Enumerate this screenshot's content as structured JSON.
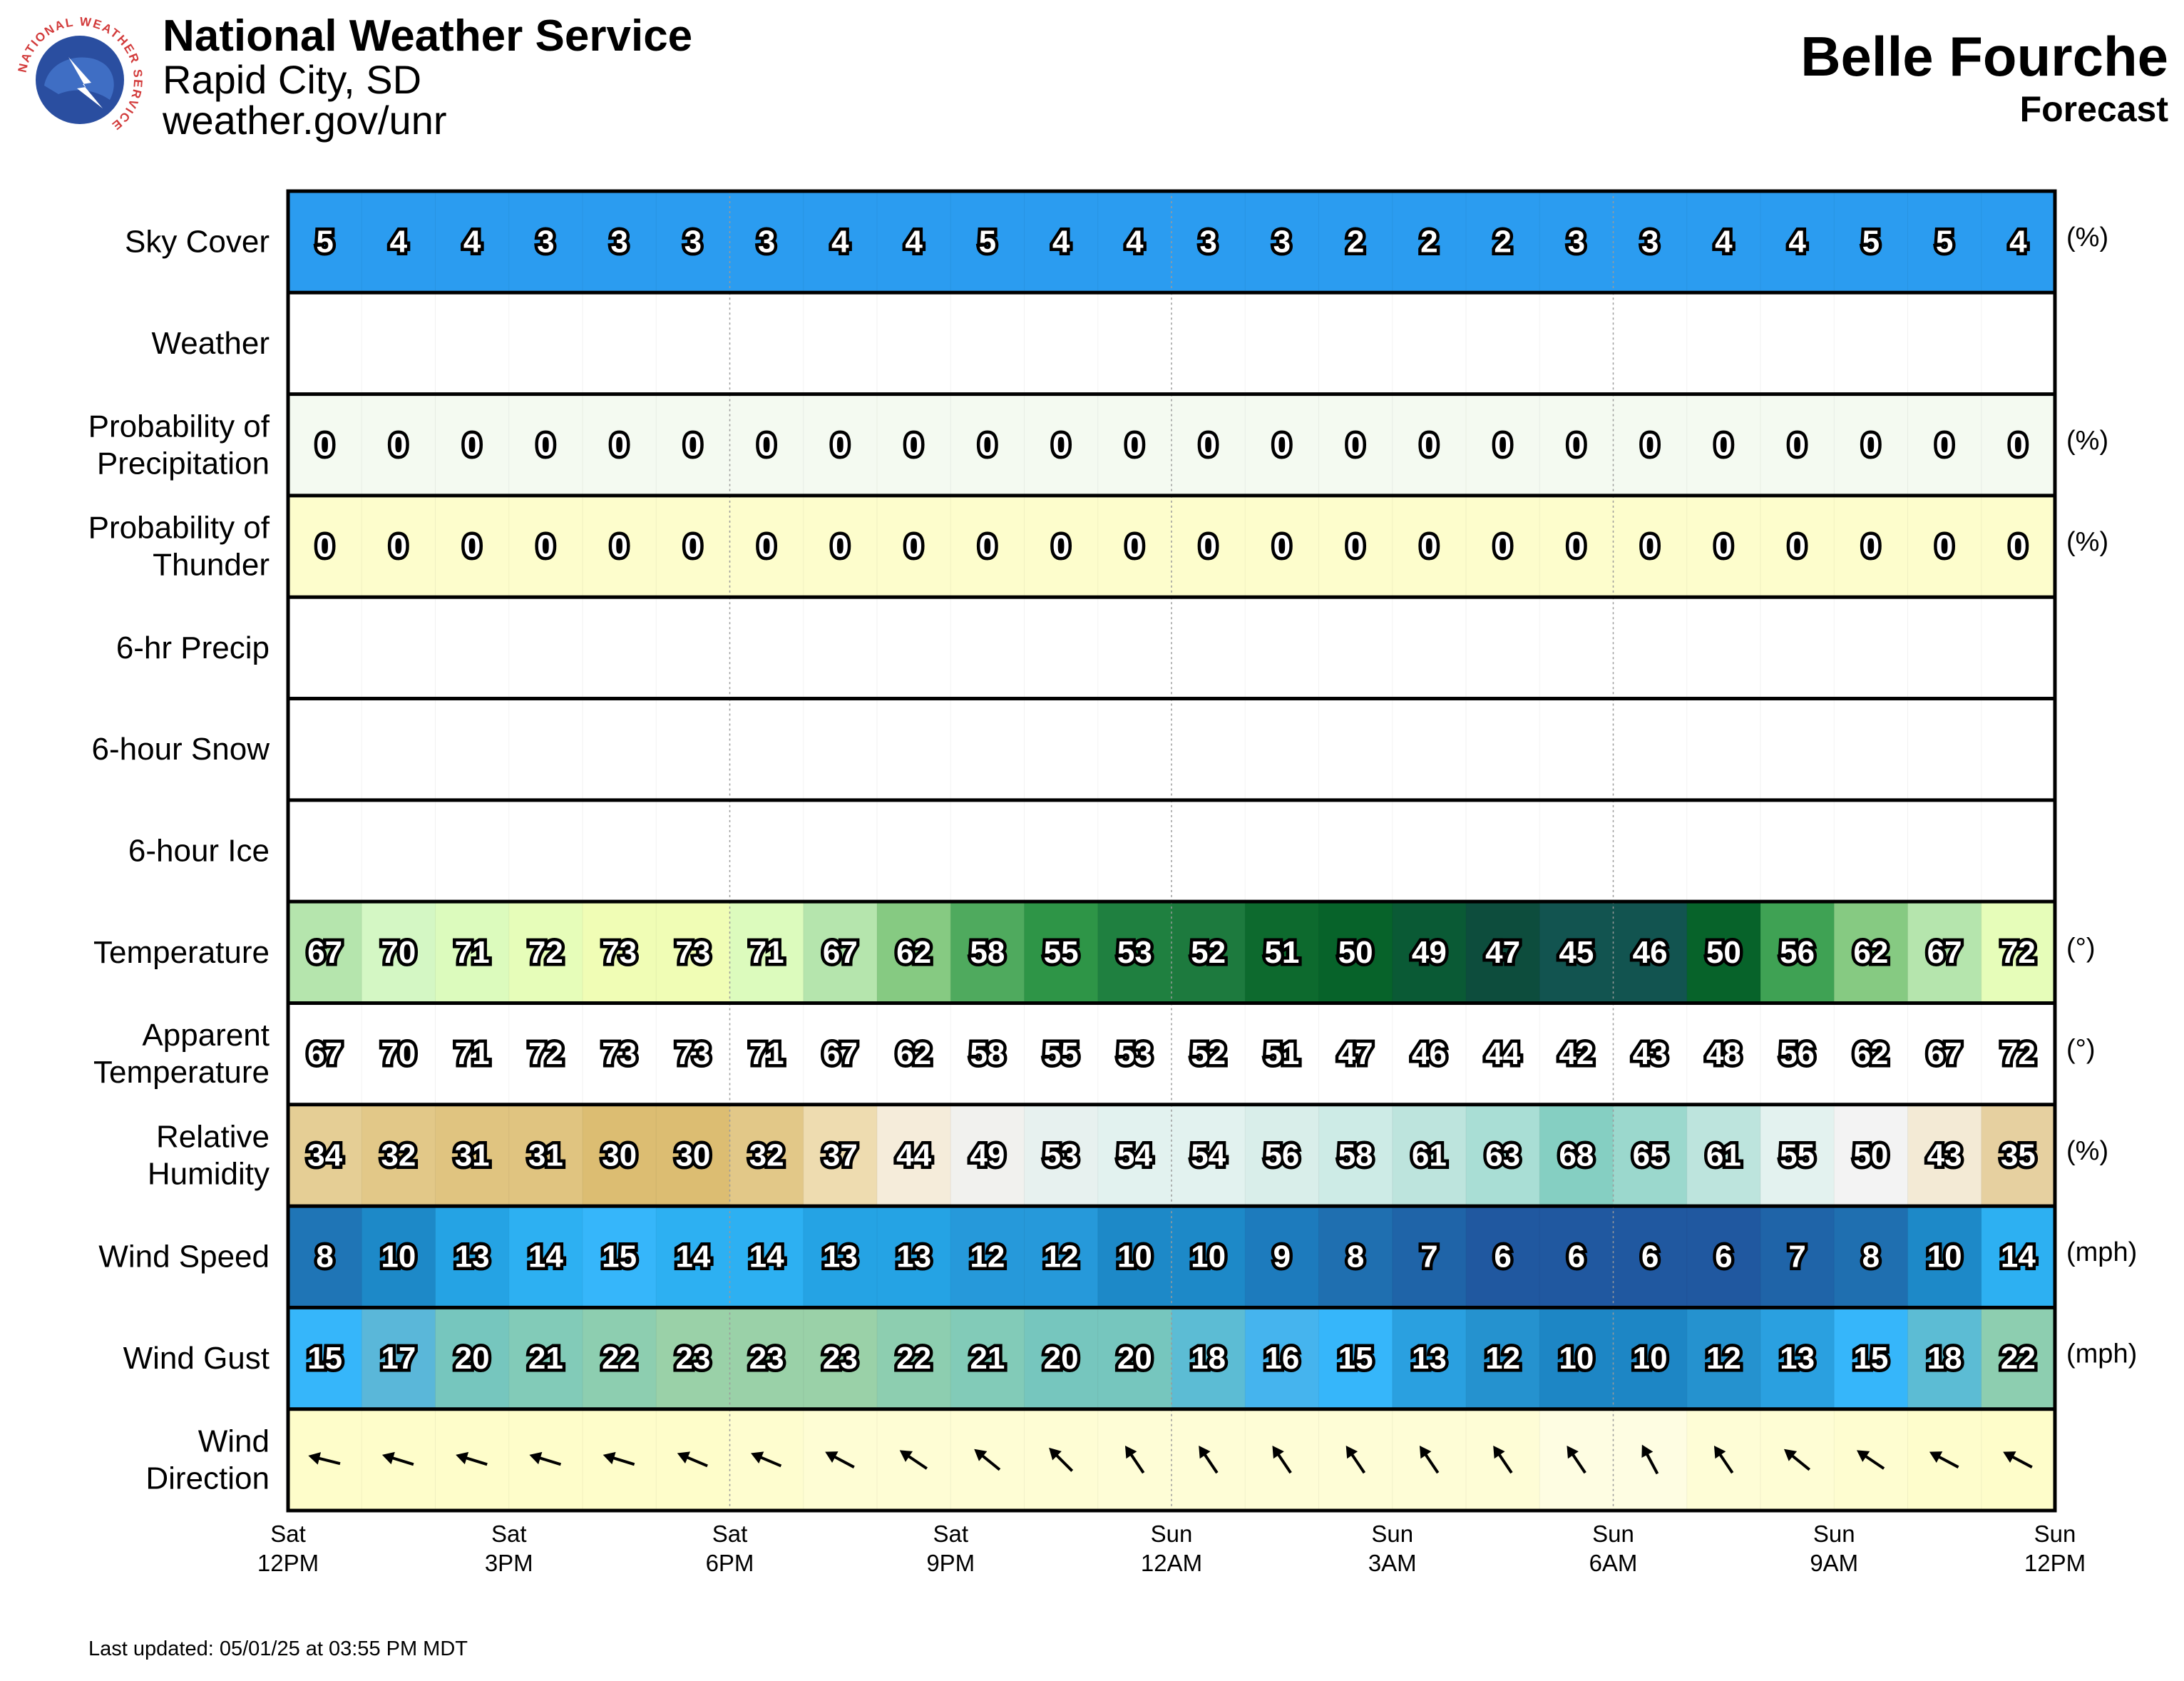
{
  "header": {
    "org_name": "National Weather Service",
    "office": "Rapid City, SD",
    "url": "weather.gov/unr",
    "location": "Belle Fourche",
    "product": "Forecast",
    "logo_text": "NATIONAL WEATHER SERVICE"
  },
  "footer": {
    "last_updated": "Last updated: 05/01/25 at 03:55 PM MDT"
  },
  "chart_data": {
    "type": "table",
    "columns": 24,
    "x_ticks": [
      {
        "day": "Sat",
        "time": "12PM",
        "col": 0
      },
      {
        "day": "Sat",
        "time": "3PM",
        "col": 3
      },
      {
        "day": "Sat",
        "time": "6PM",
        "col": 6
      },
      {
        "day": "Sat",
        "time": "9PM",
        "col": 9
      },
      {
        "day": "Sun",
        "time": "12AM",
        "col": 12
      },
      {
        "day": "Sun",
        "time": "3AM",
        "col": 15
      },
      {
        "day": "Sun",
        "time": "6AM",
        "col": 18
      },
      {
        "day": "Sun",
        "time": "9AM",
        "col": 21
      },
      {
        "day": "Sun",
        "time": "12PM",
        "col": 24
      }
    ],
    "rows": [
      {
        "label": [
          "Sky Cover"
        ],
        "unit": "(%)",
        "values": [
          5,
          4,
          4,
          3,
          3,
          3,
          3,
          4,
          4,
          5,
          4,
          4,
          3,
          3,
          2,
          2,
          2,
          3,
          3,
          4,
          4,
          5,
          5,
          4
        ],
        "colors": [
          "#2b9cf0"
        ]
      },
      {
        "label": [
          "Weather"
        ],
        "unit": "",
        "values": [],
        "colors": [
          "#ffffff"
        ]
      },
      {
        "label": [
          "Probability of",
          "Precipitation"
        ],
        "unit": "(%)",
        "values": [
          0,
          0,
          0,
          0,
          0,
          0,
          0,
          0,
          0,
          0,
          0,
          0,
          0,
          0,
          0,
          0,
          0,
          0,
          0,
          0,
          0,
          0,
          0,
          0
        ],
        "colors": [
          "#f4faf1"
        ]
      },
      {
        "label": [
          "Probability of",
          "Thunder"
        ],
        "unit": "(%)",
        "values": [
          0,
          0,
          0,
          0,
          0,
          0,
          0,
          0,
          0,
          0,
          0,
          0,
          0,
          0,
          0,
          0,
          0,
          0,
          0,
          0,
          0,
          0,
          0,
          0
        ],
        "colors": [
          "#fdfdcc"
        ]
      },
      {
        "label": [
          "6-hr Precip"
        ],
        "unit": "",
        "values": [],
        "colors": [
          "#ffffff"
        ]
      },
      {
        "label": [
          "6-hour Snow"
        ],
        "unit": "",
        "values": [],
        "colors": [
          "#ffffff"
        ]
      },
      {
        "label": [
          "6-hour Ice"
        ],
        "unit": "",
        "values": [],
        "colors": [
          "#ffffff"
        ]
      },
      {
        "label": [
          "Temperature"
        ],
        "unit": "(°)",
        "values": [
          67,
          70,
          71,
          72,
          73,
          73,
          71,
          67,
          62,
          58,
          55,
          53,
          52,
          51,
          50,
          49,
          47,
          45,
          46,
          50,
          56,
          62,
          67,
          72
        ],
        "colors": [
          "#b5e5ad",
          "#d4f7c4",
          "#dcfbbd",
          "#e6fdb9",
          "#f0fdb5",
          "#f0fdb5",
          "#dcfbbd",
          "#b5e5ad",
          "#86ca82",
          "#4faa5e",
          "#2e9547",
          "#1f8040",
          "#1d7a3e",
          "#0d6a2e",
          "#07632a",
          "#0a5a35",
          "#0d4d3d",
          "#125450",
          "#125450",
          "#07632a",
          "#3fa254",
          "#86ca82",
          "#b5e5ad",
          "#e6fdb9"
        ]
      },
      {
        "label": [
          "Apparent",
          "Temperature"
        ],
        "unit": "(°)",
        "values": [
          67,
          70,
          71,
          72,
          73,
          73,
          71,
          67,
          62,
          58,
          55,
          53,
          52,
          51,
          47,
          46,
          44,
          42,
          43,
          48,
          56,
          62,
          67,
          72
        ],
        "colors": [
          "#ffffff"
        ]
      },
      {
        "label": [
          "Relative",
          "Humidity"
        ],
        "unit": "(%)",
        "values": [
          34,
          32,
          31,
          31,
          30,
          30,
          32,
          37,
          44,
          49,
          53,
          54,
          54,
          56,
          58,
          61,
          63,
          68,
          65,
          61,
          55,
          50,
          43,
          35
        ],
        "colors": [
          "#e5ce95",
          "#e2c888",
          "#e0c480",
          "#e0c480",
          "#dcbd72",
          "#dcbd72",
          "#e2c888",
          "#eedcb0",
          "#f5ecda",
          "#f1f1ee",
          "#e7f1ef",
          "#e2f2ef",
          "#e2f2ef",
          "#d9eeea",
          "#cdebe6",
          "#bde4dd",
          "#a9ded5",
          "#85cfc2",
          "#9bd8cd",
          "#bde4dd",
          "#e3f2ef",
          "#f3f3f3",
          "#f3ead5",
          "#e6d0a0"
        ]
      },
      {
        "label": [
          "Wind Speed"
        ],
        "unit": "(mph)",
        "values": [
          8,
          10,
          13,
          14,
          15,
          14,
          14,
          13,
          13,
          12,
          12,
          10,
          10,
          9,
          8,
          7,
          6,
          6,
          6,
          6,
          7,
          8,
          10,
          14
        ],
        "colors": [
          "#1f75b6",
          "#1d89c8",
          "#25a3e4",
          "#2db0f2",
          "#36b6fa",
          "#2db0f2",
          "#2db0f2",
          "#25a3e4",
          "#25a3e4",
          "#2699da",
          "#2699da",
          "#1d89c8",
          "#1d89c8",
          "#1d7bbd",
          "#1f6fb0",
          "#1f64a8",
          "#2058a0",
          "#2058a0",
          "#2058a0",
          "#2058a0",
          "#1f64a8",
          "#1f6fb0",
          "#1d89c8",
          "#2db0f2"
        ]
      },
      {
        "label": [
          "Wind Gust"
        ],
        "unit": "(mph)",
        "values": [
          15,
          17,
          20,
          21,
          22,
          23,
          23,
          23,
          22,
          21,
          20,
          20,
          18,
          16,
          15,
          13,
          12,
          10,
          10,
          12,
          13,
          15,
          18,
          22
        ],
        "colors": [
          "#36b6fa",
          "#5ab7d9",
          "#76c6be",
          "#82cbb8",
          "#8dceb0",
          "#9ad1a8",
          "#9ad1a8",
          "#9ad1a8",
          "#8dceb0",
          "#82cbb8",
          "#76c6be",
          "#76c6be",
          "#5cbcd4",
          "#45b4ee",
          "#36b6fa",
          "#2aa0e0",
          "#2592cf",
          "#1d86c5",
          "#1d86c5",
          "#2592cf",
          "#2aa0e0",
          "#36b6fa",
          "#5cbcd4",
          "#8dceb0"
        ]
      },
      {
        "label": [
          "Wind",
          "Direction"
        ],
        "unit": "",
        "directions_deg": [
          284,
          287,
          287,
          287,
          287,
          293,
          293,
          298,
          304,
          309,
          315,
          326,
          326,
          326,
          326,
          326,
          326,
          326,
          332,
          326,
          309,
          304,
          298,
          298
        ],
        "colors": [
          "#fefdca",
          "#fefdca",
          "#fefdca",
          "#fefdca",
          "#fefdca",
          "#fefdca",
          "#fefdcf",
          "#fefdd4",
          "#fefdd4",
          "#fefdd4",
          "#fefdd4",
          "#fefdd6",
          "#fefdd6",
          "#fefdd6",
          "#fefdd6",
          "#fefdd6",
          "#fefdd6",
          "#fefde2",
          "#fefde2",
          "#fefdd6",
          "#fefdd4",
          "#fefdd0",
          "#fefdcc",
          "#fefdca"
        ]
      }
    ]
  }
}
